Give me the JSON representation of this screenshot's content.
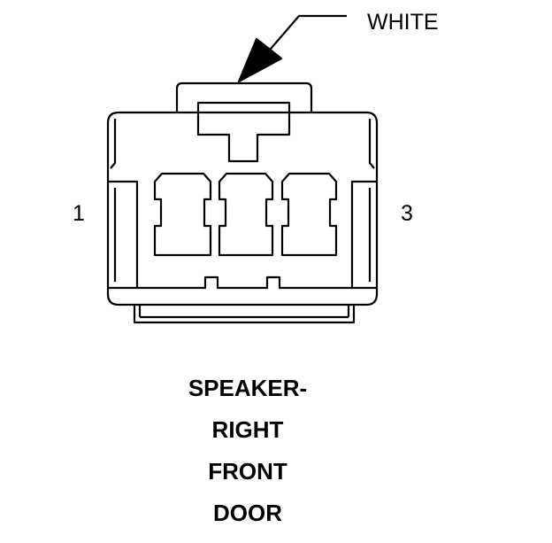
{
  "connector": {
    "color_label": "WHITE",
    "pin_left": "1",
    "pin_right": "3",
    "name_lines": [
      "SPEAKER-",
      "RIGHT",
      "FRONT",
      "DOOR"
    ]
  },
  "colors": {
    "line": "#000000",
    "background": "#ffffff"
  }
}
